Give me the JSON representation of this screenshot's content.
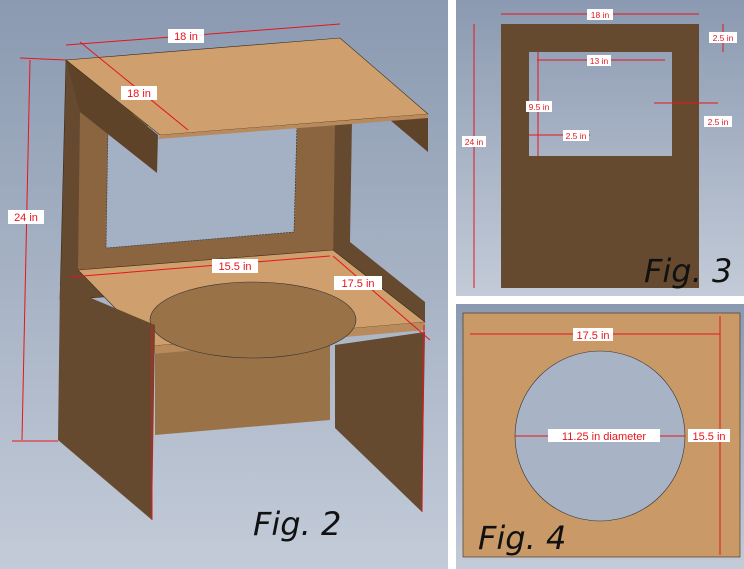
{
  "colors": {
    "background": "#9aa8bd",
    "wood_light": "#c99a68",
    "wood_dark": "#664a30",
    "wood_mid": "#9a7248",
    "dimension": "#e8141c"
  },
  "figures": [
    {
      "id": "fig2",
      "label": "Fig. 2",
      "dimensions": {
        "top_width": "18 in",
        "top_depth": "18 in",
        "height": "24 in",
        "seat_width": "15.5 in",
        "seat_depth": "17.5 in"
      }
    },
    {
      "id": "fig3",
      "label": "Fig. 3",
      "dimensions": {
        "width": "18 in",
        "height": "24 in",
        "window_width": "13 in",
        "window_height": "9.5 in",
        "top_margin": "2.5 in",
        "left_margin": "2.5 in",
        "right_margin": "2.5 in"
      }
    },
    {
      "id": "fig4",
      "label": "Fig. 4",
      "dimensions": {
        "width": "17.5 in",
        "height": "15.5 in",
        "hole": "11.25 in diameter"
      }
    }
  ]
}
